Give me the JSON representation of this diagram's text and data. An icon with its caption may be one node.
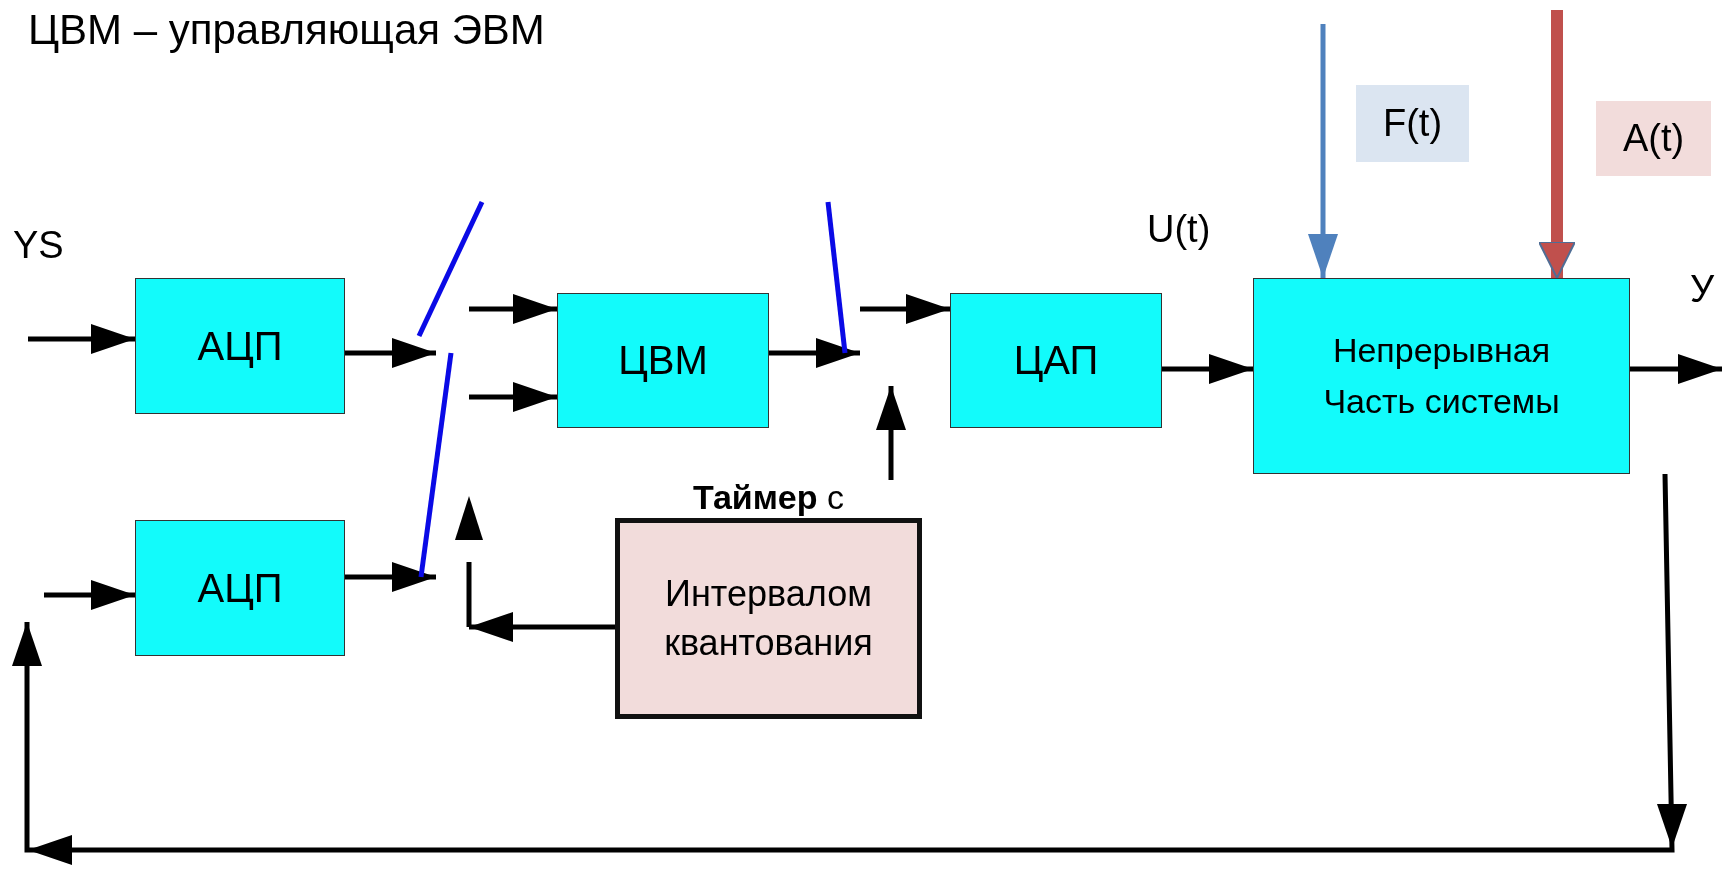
{
  "diagram": {
    "title": "ЦВМ – управляющая ЭВМ",
    "nodes": [
      {
        "text": [
          "АЦП"
        ]
      },
      {
        "text": [
          "АЦП"
        ]
      },
      {
        "text": [
          "ЦВМ"
        ]
      },
      {
        "text": [
          "ЦАП"
        ]
      },
      {
        "text": [
          "Непрерывная Часть системы"
        ]
      },
      {
        "text": [
          "**Таймер** с",
          "Интервалом квантования"
        ]
      },
      {
        "text": [
          "F(t)"
        ]
      },
      {
        "text": [
          "A(t)"
        ]
      },
      {
        "text": [],
        "shape": "bar"
      },
      {
        "text": [],
        "shape": "bar"
      },
      {
        "text": [],
        "shape": "bar"
      }
    ],
    "edges": [
      {
        "from": null,
        "to": 0,
        "arrow": "to"
      },
      {
        "from": 0,
        "to": 8,
        "arrow": "to"
      },
      {
        "from": 1,
        "to": 9,
        "arrow": "to"
      },
      {
        "from": 8,
        "to": 2,
        "arrow": "to"
      },
      {
        "from": 9,
        "to": 2,
        "arrow": "to"
      },
      {
        "from": 2,
        "to": 10,
        "arrow": "to"
      },
      {
        "from": 10,
        "to": 3,
        "arrow": "to"
      },
      {
        "from": 3,
        "to": 4,
        "arrow": "to"
      },
      {
        "from": 4,
        "to": null,
        "arrow": "to"
      },
      {
        "from": 4,
        "to": null,
        "arrow": "to"
      },
      {
        "from": null,
        "to": 1,
        "arrow": "to"
      },
      {
        "from": 5,
        "to": null,
        "arrow": "to"
      },
      {
        "from": 5,
        "to": 9,
        "arrow": "to"
      },
      {
        "from": null,
        "to": 4,
        "arrow": "to",
        "color": "#4f81bd"
      },
      {
        "from": null,
        "to": 4,
        "arrow": "to",
        "style": "thick",
        "color": "#c0504d"
      }
    ],
    "labels": [
      "YS",
      "U(t)",
      "У"
    ]
  }
}
